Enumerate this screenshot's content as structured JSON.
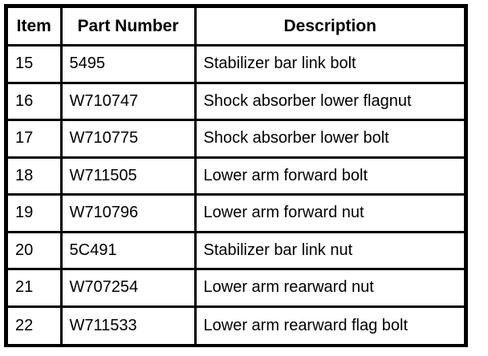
{
  "table": {
    "name": "parts-list-table",
    "columns": [
      {
        "key": "item",
        "label": "Item",
        "align": "center"
      },
      {
        "key": "part_number",
        "label": "Part Number",
        "align": "center"
      },
      {
        "key": "description",
        "label": "Description",
        "align": "center"
      }
    ],
    "rows": [
      {
        "item": "15",
        "part_number": "5495",
        "description": "Stabilizer bar link bolt"
      },
      {
        "item": "16",
        "part_number": "W710747",
        "description": "Shock absorber lower flagnut"
      },
      {
        "item": "17",
        "part_number": "W710775",
        "description": "Shock absorber lower bolt"
      },
      {
        "item": "18",
        "part_number": "W711505",
        "description": "Lower arm forward bolt"
      },
      {
        "item": "19",
        "part_number": "W710796",
        "description": "Lower arm forward nut"
      },
      {
        "item": "20",
        "part_number": "5C491",
        "description": "Stabilizer bar link nut"
      },
      {
        "item": "21",
        "part_number": "W707254",
        "description": "Lower arm rearward nut"
      },
      {
        "item": "22",
        "part_number": "W711533",
        "description": "Lower arm rearward flag bolt"
      }
    ]
  },
  "colors": {
    "border": "#000000",
    "text": "#000000",
    "background": "#ffffff"
  }
}
